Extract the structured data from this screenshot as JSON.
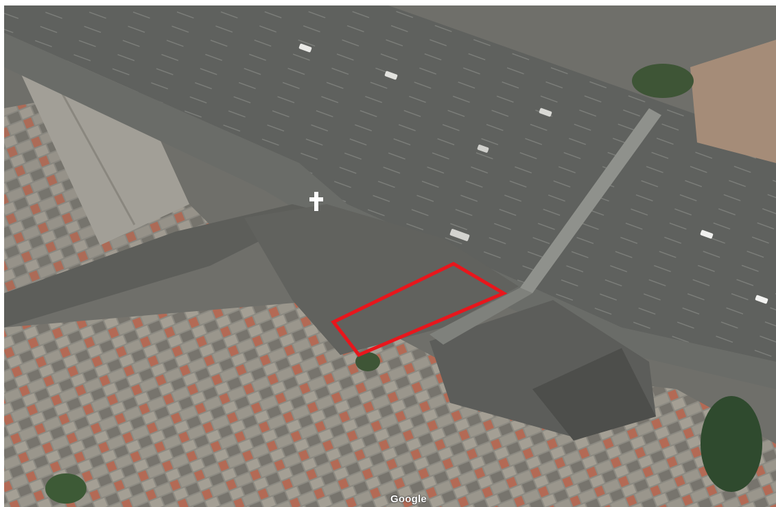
{
  "map": {
    "view": "satellite",
    "attribution": "Google",
    "highlight": {
      "shape": "rectangle",
      "color": "#e8161c"
    },
    "marker": {
      "icon": "pin-cross-icon",
      "color": "#ffffff"
    },
    "colors": {
      "highway": "#5e605d",
      "roof_red": "#b55a44",
      "roof_grey": "#6b6c67",
      "vegetation": "#3e5536",
      "soil": "#a58c78"
    }
  }
}
